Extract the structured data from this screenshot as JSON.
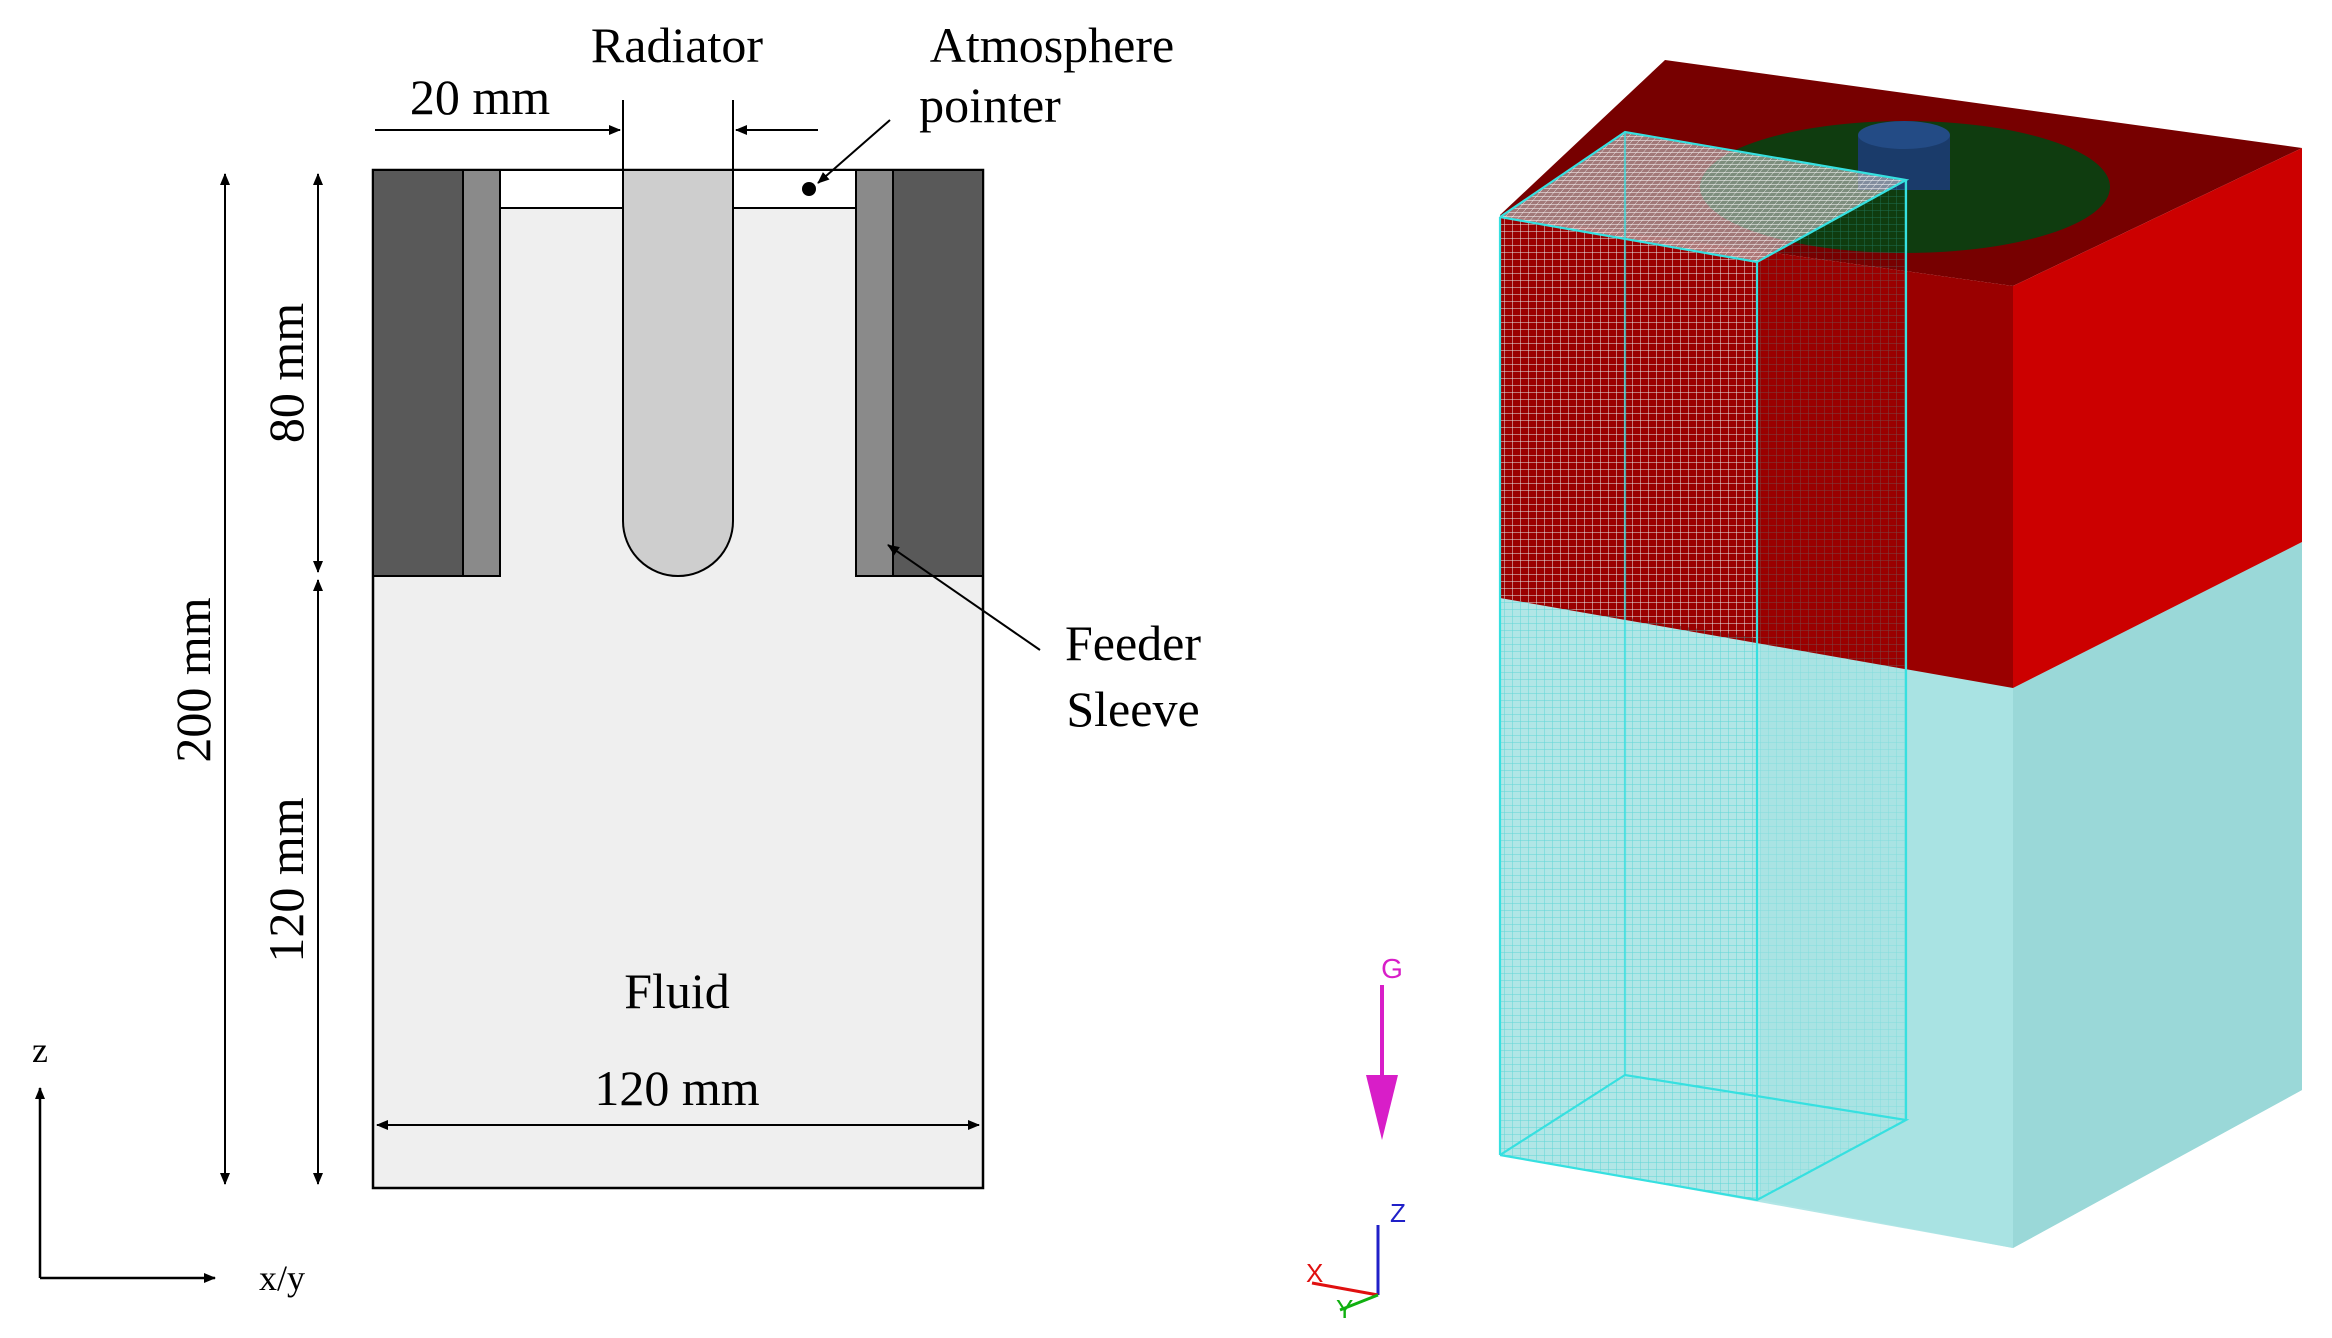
{
  "left_diagram": {
    "labels": {
      "radiator": "Radiator",
      "atmosphere_line1": "Atmosphere",
      "atmosphere_line2": "pointer",
      "dim_20": "20 mm",
      "dim_80": "80 mm",
      "dim_200": "200 mm",
      "dim_120_vertical": "120 mm",
      "dim_120_horizontal": "120 mm",
      "feeder_line1": "Feeder",
      "feeder_line2": "Sleeve",
      "fluid": "Fluid",
      "axis_z": "z",
      "axis_xy": "x/y"
    },
    "colors": {
      "fluid": "#efefef",
      "mold_dark": "#595959",
      "sleeve_gray": "#8a8a8a",
      "radiator": "#cecece",
      "outline": "#000000"
    }
  },
  "right_view": {
    "labels": {
      "gravity": "G",
      "triad_z": "Z",
      "triad_x": "X",
      "triad_y": "Y"
    },
    "colors": {
      "mold_top": "#770000",
      "mold_front": "#9a0000",
      "mold_side": "#cc0000",
      "casting_top": "#0f3c0f",
      "fluid_front": "#a9e3e3",
      "fluid_side": "#9cdcdc",
      "mesh": "#2fd6d6",
      "gravity": "#d81ec8"
    }
  }
}
